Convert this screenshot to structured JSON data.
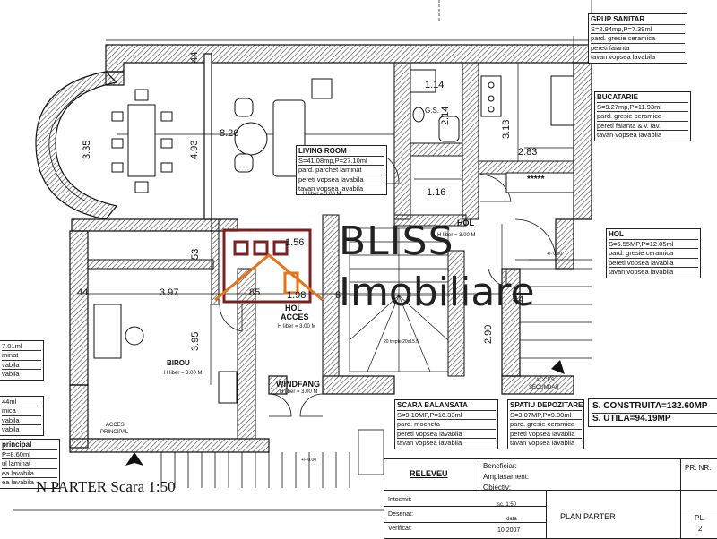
{
  "dimensions": {
    "d335": "3.35",
    "d826": "8.26",
    "d493": "4.93",
    "d44a": "44",
    "d44b": "44",
    "d44c": "44",
    "d114": "1.14",
    "d214": "2.14",
    "d313": "3.13",
    "d283": "2.83",
    "d116": "1.16",
    "d53": "53",
    "d397": "3.97",
    "d395": "3.95",
    "d85": "85",
    "d156": "1.56",
    "d98": "1.98",
    "d6": "6",
    "d290": "2.90"
  },
  "rooms": {
    "grup_sanitar": {
      "title": "GRUP SANITAR",
      "l1": "S=2.94mp,P=7.39ml",
      "l2": "pard. gresie ceramica",
      "l3": "pereti faianta",
      "l4": "tavan vopsea lavabila"
    },
    "bucatarie": {
      "title": "BUCATARIE",
      "l1": "S=9.27mp,P=11.93ml",
      "l2": "pard. gresie ceramica",
      "l3": "pereti faianta & v. lav.",
      "l4": "tavan vopsea lavabila"
    },
    "living": {
      "title": "LIVING ROOM",
      "l1": "S=41.08mp,P=27.10ml",
      "l2": "pard. parchet laminat",
      "l3": "pereti vopsea lavabila",
      "l4": "tavan vopsea lavabila",
      "h": "H liber = 3.00 M"
    },
    "hol": {
      "title": "HOL",
      "l1": "S=5.55MP,P=12.05ml",
      "l2": "pard. gresie ceramica",
      "l3": "pereti vopsea lavabila",
      "l4": "tavan vopsea lavabila"
    },
    "scara": {
      "title": "SCARA BALANSATA",
      "l1": "S=9.10MP,P=16.33ml",
      "l2": "pard. mocheta",
      "l3": "pereti vopsea lavabila",
      "l4": "tavan vopsea lavabila"
    },
    "spatiu": {
      "title": "SPATIU DEPOZITARE",
      "l1": "S=3.07MP,P=9.00ml",
      "l2": "pard. gresie ceramica",
      "l3": "pereti vopsea lavabila",
      "l4": "tavan vopsea lavabila"
    },
    "birou_left": {
      "l1": "7.01ml",
      "l2": "minat",
      "l3": "vabila",
      "l4": "vabila"
    },
    "lower_left": {
      "l1": "44ml",
      "l2": "mica",
      "l3": "vabila",
      "l4": "vabila"
    },
    "principal": {
      "title": "principal",
      "l1": "P=8.60ml",
      "l2": "ul laminat",
      "l3": "ea lavabila",
      "l4": "ea lavabila"
    }
  },
  "labels": {
    "gs": "G.S.",
    "hol_top": "HOL",
    "hol_h": "H liber = 3.00 M",
    "hol_acces": "HOL",
    "acces": "ACCES",
    "hol_acces_h": "H liber = 3.00 M",
    "birou": "BIROU",
    "birou_h": "H liber = 3.00 M",
    "windfang": "WINDFANG",
    "windfang_h": "H liber = 3.00 M",
    "stair_note": "20 trepte 20x15.5",
    "acces_secundar_1": "ACCES",
    "acces_secundar_2": "SECUNDAR",
    "acces_principal_1": "ACCES",
    "acces_principal_2": "PRINCIPAL",
    "stove": "*****",
    "cota_000a": "+/- 0.00",
    "cota_000b": "+/- 0.00"
  },
  "totals": {
    "construita": "S. CONSTRUITA=132.60MP",
    "utila": "S. UTILA=94.19MP"
  },
  "title": "N PARTER  Scara 1:50",
  "watermark": {
    "line1": "BLISS",
    "line2": "Imobiliare"
  },
  "cartouche": {
    "releveu": "RELEVEU",
    "beneficiar": "Beneficiar:",
    "amplasament": "Amplasament:",
    "obiectiv": "Obiectiv:",
    "intocmit": "Intocmit:",
    "desenat": "Desenat:",
    "verificat": "Verificat:",
    "scara": "sc. 1:50",
    "data_label": "data",
    "data": "10.2007",
    "plan": "PLAN PARTER",
    "pr_nr": "PR. NR.",
    "pl": "PL.",
    "pl_nr": "2"
  },
  "colors": {
    "ink": "#1a1a1a",
    "watermark": "#7a1f22",
    "watermark_accent": "#e3741b"
  }
}
